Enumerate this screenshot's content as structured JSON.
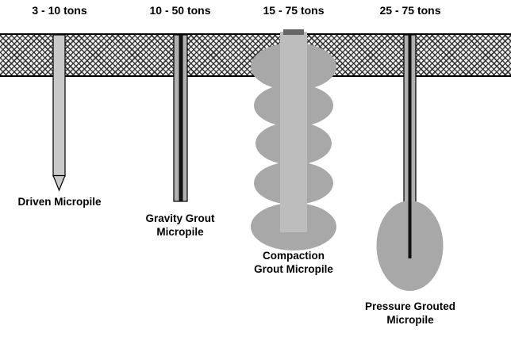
{
  "diagram": {
    "ground": {
      "texture": "hatched-soil-band"
    },
    "colors": {
      "driven_pile_fill": "#c9c9c9",
      "casing_gray": "#b0b0b0",
      "bulb_gray": "#a8a8a8",
      "column_gray": "#bdbdbd",
      "cap_dark": "#666666",
      "rod_black": "#111111",
      "outline": "#000000"
    },
    "piles": [
      {
        "capacity": "3 - 10 tons",
        "name": [
          "Driven Micropile",
          ""
        ]
      },
      {
        "capacity": "10 - 50 tons",
        "name": [
          "Gravity Grout",
          "Micropile"
        ]
      },
      {
        "capacity": "15 - 75 tons",
        "name": [
          "Compaction",
          "Grout Micropile"
        ]
      },
      {
        "capacity": "25 - 75 tons",
        "name": [
          "Pressure Grouted",
          "Micropile"
        ]
      }
    ]
  }
}
